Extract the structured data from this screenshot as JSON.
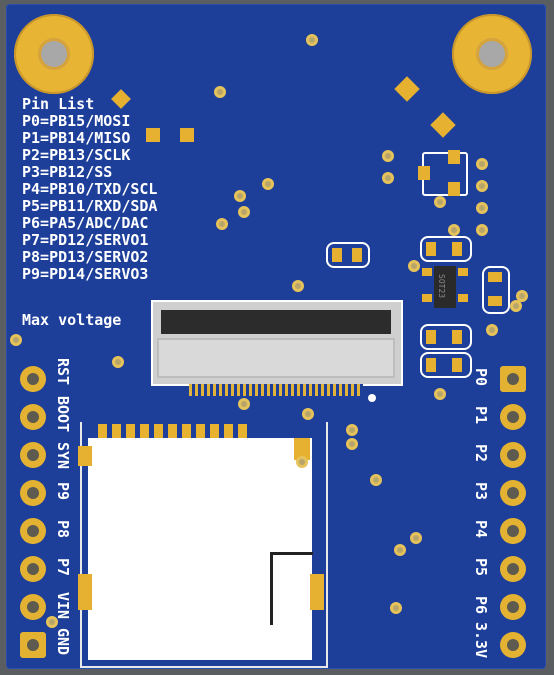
{
  "pin_list": {
    "title": "Pin List",
    "lines": [
      "P0=PB15/MOSI",
      "P1=PB14/MISO",
      "P2=PB13/SCLK",
      "P3=PB12/SS",
      "P4=PB10/TXD/SCL",
      "P5=PB11/RXD/SDA",
      "P6=PA5/ADC/DAC",
      "P7=PD12/SERVO1",
      "P8=PD13/SERVO2",
      "P9=PD14/SERVO3"
    ]
  },
  "max_voltage_label": "Max voltage",
  "left_header_labels": [
    "RST",
    "BOOT",
    "SYN",
    "P9",
    "P8",
    "P7",
    "VIN",
    "GND"
  ],
  "right_header_labels": [
    "P0",
    "P1",
    "P2",
    "P3",
    "P4",
    "P5",
    "P6",
    "3.3V"
  ],
  "chip_marking": "SOT23",
  "colors": {
    "pcb": "#1d3f9a",
    "gold": "#e4b233",
    "silkscreen": "#ffffff"
  }
}
